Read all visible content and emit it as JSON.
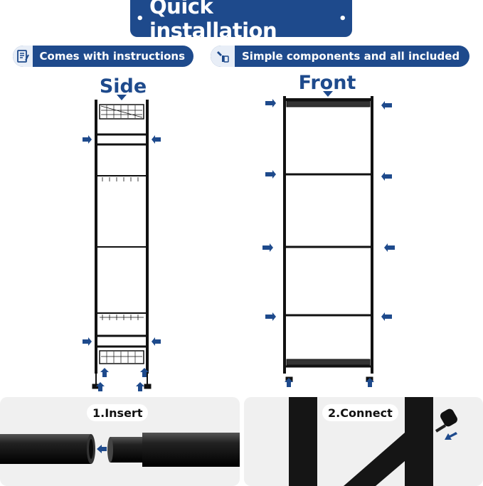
{
  "header": {
    "title": "Quick installation",
    "dot": "•"
  },
  "features": [
    {
      "label": "Comes with instructions",
      "icon": "instructions-icon"
    },
    {
      "label": "Simple components and all included",
      "icon": "tools-icon"
    }
  ],
  "views": {
    "side": "Side",
    "front": "Front"
  },
  "steps": [
    {
      "label": "1.Insert"
    },
    {
      "label": "2.Connect"
    }
  ],
  "colors": {
    "brand": "#1e4a8c",
    "rack": "#111111",
    "panel_bg": "#f0f0f0"
  }
}
